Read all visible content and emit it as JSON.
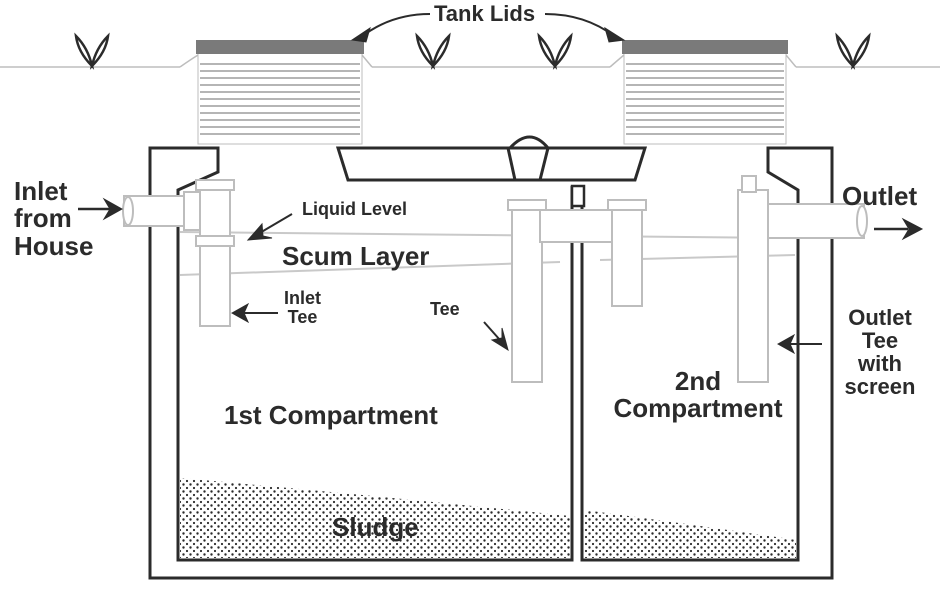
{
  "labels": {
    "tank_lids": "Tank Lids",
    "inlet_line1": "Inlet",
    "inlet_line2": "from",
    "inlet_line3": "House",
    "outlet": "Outlet",
    "liquid_level": "Liquid  Level",
    "scum_layer": "Scum Layer",
    "inlet_tee_line1": "Inlet",
    "inlet_tee_line2": "Tee",
    "tee": "Tee",
    "outlet_tee_line1": "Outlet",
    "outlet_tee_line2": "Tee",
    "outlet_tee_line3": "with",
    "outlet_tee_line4": "screen",
    "first_compartment": "1st  Compartment",
    "second_compartment_line1": "2nd",
    "second_compartment_line2": "Compartment",
    "sludge": "Sludge"
  },
  "colors": {
    "line": "#2b2b2b",
    "lid": "#7a7a7a",
    "pipe_fill": "#ffffff",
    "ground": "#bdbdbd"
  }
}
